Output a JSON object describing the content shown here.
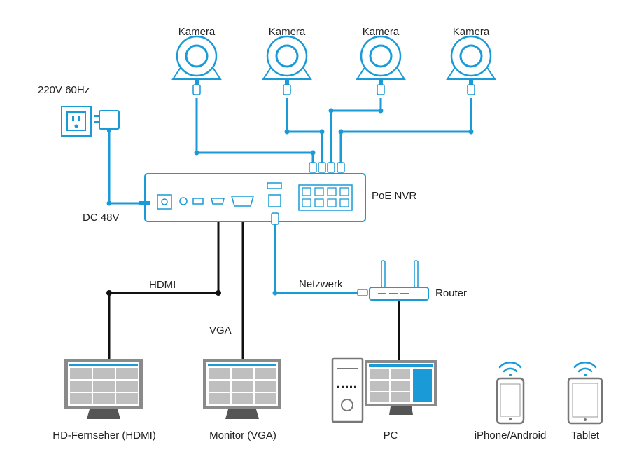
{
  "cameras": [
    {
      "label": "Kamera"
    },
    {
      "label": "Kamera"
    },
    {
      "label": "Kamera"
    },
    {
      "label": "Kamera"
    }
  ],
  "power": {
    "label": "220V 60Hz"
  },
  "dc": {
    "label": "DC 48V"
  },
  "nvr": {
    "label": "PoE NVR"
  },
  "hdmi": {
    "label": "HDMI"
  },
  "vga": {
    "label": "VGA"
  },
  "network": {
    "label": "Netzwerk"
  },
  "router": {
    "label": "Router"
  },
  "devices": [
    {
      "label": "HD-Fernseher (HDMI)"
    },
    {
      "label": "Monitor (VGA)"
    },
    {
      "label": "PC"
    },
    {
      "label": "iPhone/Android"
    },
    {
      "label": "Tablet"
    }
  ],
  "colors": {
    "cable": "#1a9ad6",
    "outline": "#1a9ad6",
    "black_cable": "#111111",
    "device_gray": "#7a7a7a"
  }
}
